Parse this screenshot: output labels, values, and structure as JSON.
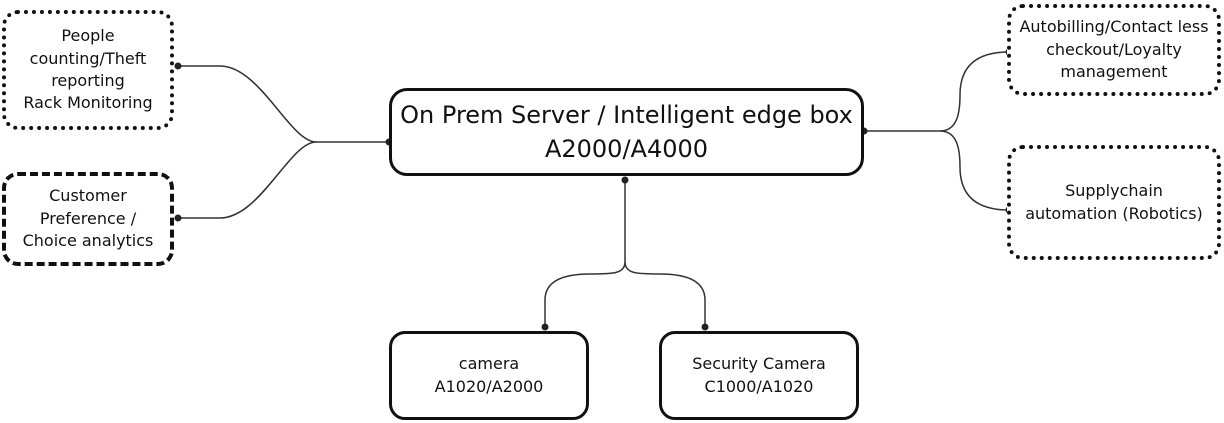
{
  "central_node": {
    "label": "On Prem Server / Intelligent edge box\nA2000/A4000"
  },
  "left_nodes": [
    {
      "label": "People\ncounting/Theft\nreporting\nRack Monitoring"
    },
    {
      "label": "Customer\nPreference /\nChoice analytics"
    }
  ],
  "right_nodes": [
    {
      "label": "Autobilling/Contact less\ncheckout/Loyalty\nmanagement"
    },
    {
      "label": "Supplychain\nautomation (Robotics)"
    }
  ],
  "bottom_nodes": [
    {
      "label": "camera\nA1020/A2000"
    },
    {
      "label": "Security Camera\nC1000/A1020"
    }
  ]
}
